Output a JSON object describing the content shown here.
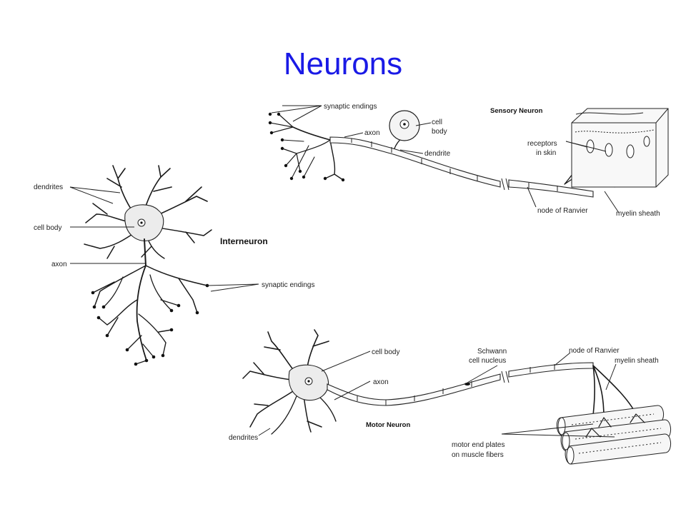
{
  "title": "Neurons",
  "sensory": {
    "heading": "Sensory Neuron",
    "labels": {
      "synaptic_endings": "synaptic endings",
      "axon": "axon",
      "cell": "cell",
      "body": "body",
      "dendrite": "dendrite",
      "receptors": "receptors",
      "in_skin": "in skin",
      "node_of_ranvier": "node of Ranvier",
      "myelin_sheath": "myelin sheath"
    }
  },
  "interneuron": {
    "heading": "Interneuron",
    "labels": {
      "dendrites": "dendrites",
      "cell_body": "cell body",
      "axon": "axon",
      "synaptic_endings": "synaptic endings"
    }
  },
  "motor": {
    "heading": "Motor Neuron",
    "labels": {
      "cell_body": "cell body",
      "schwann": "Schwann",
      "cell_nucleus": "cell nucleus",
      "node_of_ranvier": "node of Ranvier",
      "myelin_sheath": "myelin sheath",
      "axon": "axon",
      "dendrites": "dendrites",
      "motor_end_plates": "motor end plates",
      "on_muscle_fibers": "on muscle fibers"
    }
  }
}
